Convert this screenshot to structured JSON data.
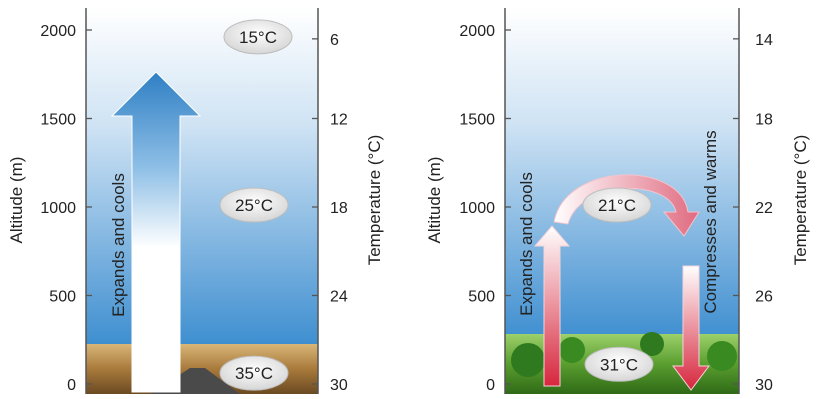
{
  "panels": [
    {
      "id": "left",
      "scenario": "desert",
      "altitude_axis": {
        "label": "Altitude (m)",
        "ticks": [
          {
            "value": 2000,
            "label": "2000"
          },
          {
            "value": 1500,
            "label": "1500"
          },
          {
            "value": 1000,
            "label": "1000"
          },
          {
            "value": 500,
            "label": "500"
          },
          {
            "value": 0,
            "label": "0"
          }
        ]
      },
      "temperature_axis": {
        "label": "Temperature (°C)",
        "ticks": [
          {
            "altitude": 1950,
            "label": "6"
          },
          {
            "altitude": 1500,
            "label": "12"
          },
          {
            "altitude": 1000,
            "label": "18"
          },
          {
            "altitude": 500,
            "label": "24"
          },
          {
            "altitude": 0,
            "label": "30"
          }
        ]
      },
      "arrow_label": "Expands and cools",
      "temperature_bubbles": [
        {
          "label": "15°C",
          "altitude": 1950
        },
        {
          "label": "25°C",
          "altitude": 1000
        },
        {
          "label": "35°C",
          "altitude": 50
        }
      ]
    },
    {
      "id": "right",
      "scenario": "grassland",
      "altitude_axis": {
        "label": "Altitude (m)",
        "ticks": [
          {
            "value": 2000,
            "label": "2000"
          },
          {
            "value": 1500,
            "label": "1500"
          },
          {
            "value": 1000,
            "label": "1000"
          },
          {
            "value": 500,
            "label": "500"
          },
          {
            "value": 0,
            "label": "0"
          }
        ]
      },
      "temperature_axis": {
        "label": "Temperature (°C)",
        "ticks": [
          {
            "altitude": 1950,
            "label": "14"
          },
          {
            "altitude": 1500,
            "label": "18"
          },
          {
            "altitude": 1000,
            "label": "22"
          },
          {
            "altitude": 500,
            "label": "26"
          },
          {
            "altitude": 0,
            "label": "30"
          }
        ]
      },
      "rising_arrow_label": "Expands and cools",
      "sinking_arrow_label": "Compresses and warms",
      "temperature_bubbles": [
        {
          "label": "21°C",
          "altitude": 1000
        },
        {
          "label": "31°C",
          "altitude": 100
        }
      ]
    }
  ],
  "colors": {
    "sky_top": "#ffffff",
    "sky_bottom": "#3f8fd0",
    "rising_arrow": "#3a86c8",
    "warm_arrow": "#d7263d",
    "desert": "#b88a4a",
    "grass": "#5a9e2f"
  }
}
